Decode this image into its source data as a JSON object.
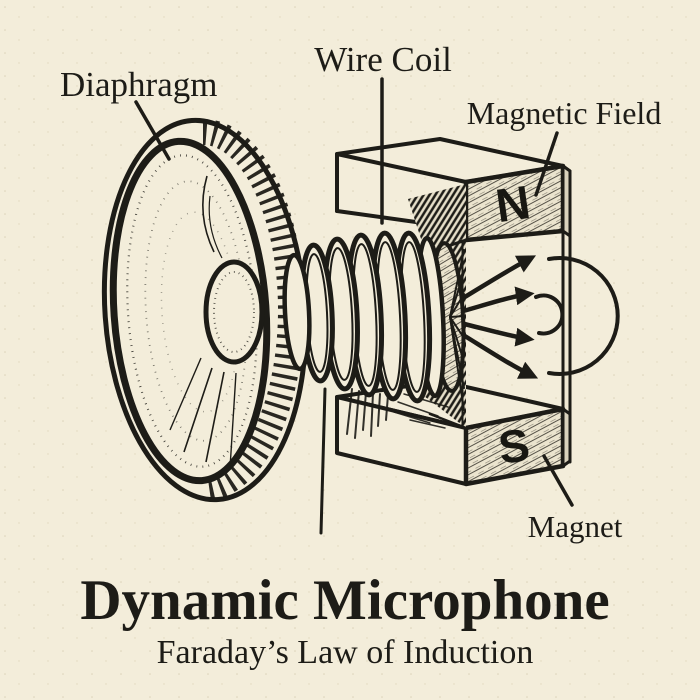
{
  "colors": {
    "paper": "#f3edda",
    "ink": "#1d1c17",
    "pole_face": "#ebe4ce"
  },
  "labels": {
    "diaphragm": "Diaphragm",
    "wire_coil": "Wire Coil",
    "magnetic_field": "Magnetic Field",
    "magnet": "Magnet"
  },
  "magnet_poles": {
    "north": "N",
    "south": "S"
  },
  "title": "Dynamic Microphone",
  "subtitle": "Faraday’s Law of Induction"
}
